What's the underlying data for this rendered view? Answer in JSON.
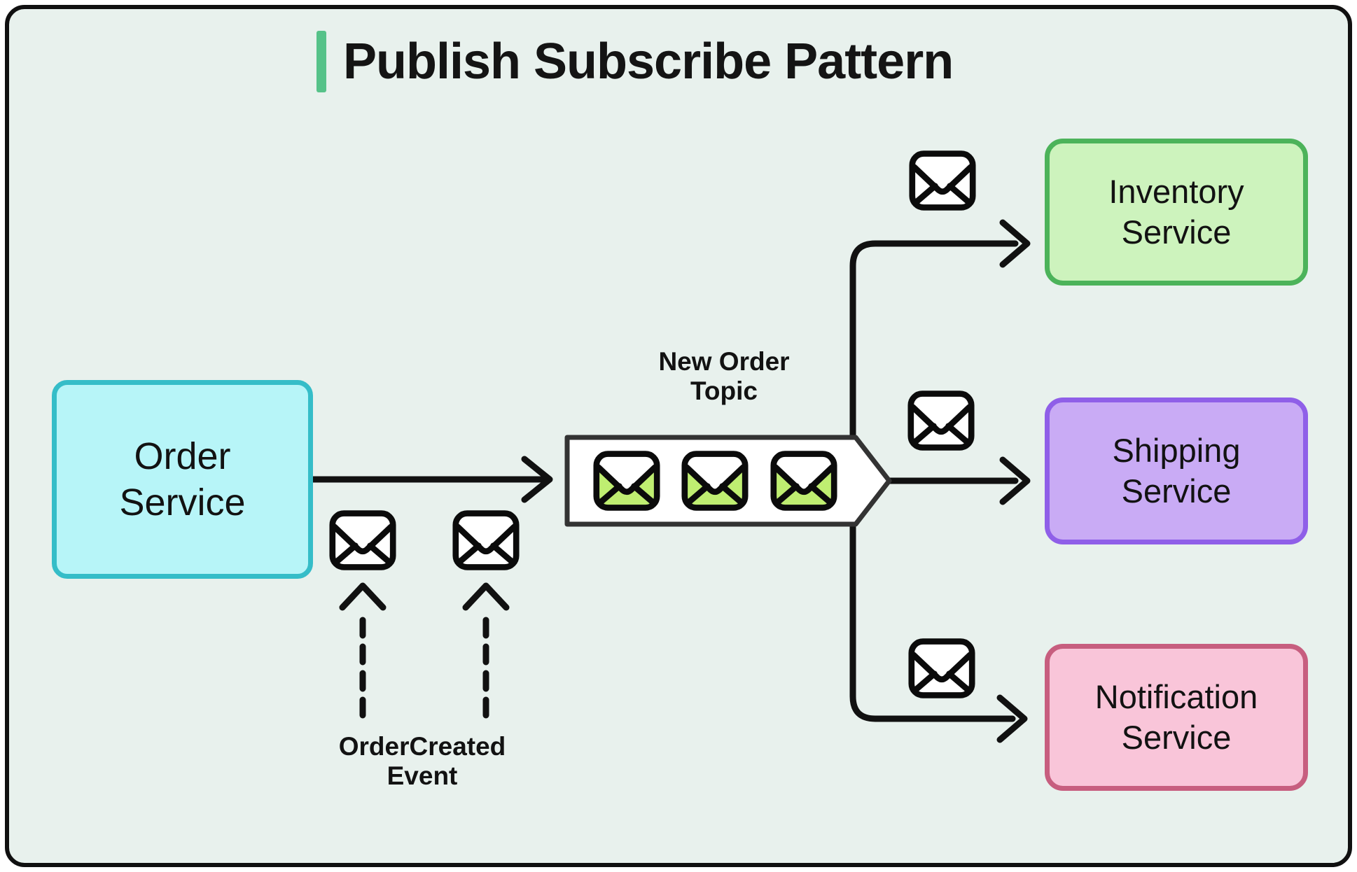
{
  "title": "Publish Subscribe Pattern",
  "nodes": {
    "order": {
      "label": "Order Service",
      "fill": "#b7f5f8",
      "border": "#35bdc8"
    },
    "inventory": {
      "label": "Inventory Service",
      "fill": "#cdf3bd",
      "border": "#4cb35a"
    },
    "shipping": {
      "label": "Shipping Service",
      "fill": "#c9abf5",
      "border": "#8f5fe8"
    },
    "notification": {
      "label": "Notification Service",
      "fill": "#f9c5d9",
      "border": "#c75e7f"
    }
  },
  "labels": {
    "topic": "New Order Topic",
    "event": "OrderCreated Event"
  },
  "colors": {
    "background": "#e8f1ed",
    "frame_border": "#101010",
    "title_accent": "#56c289",
    "connector": "#111111",
    "topic_box_fill": "#ffffff",
    "topic_box_border": "#333333",
    "envelope_green": "#bfee71",
    "envelope_white": "#ffffff",
    "envelope_outline": "#0b0b0b"
  }
}
